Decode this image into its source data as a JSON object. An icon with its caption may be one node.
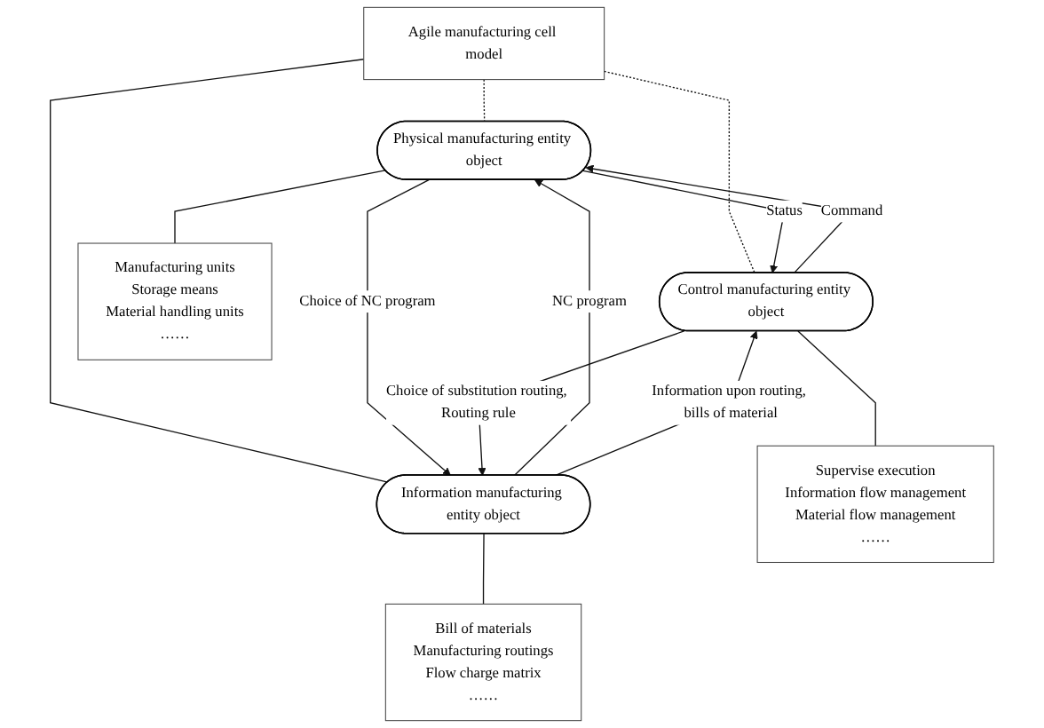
{
  "diagram": {
    "nodes": [
      {
        "text": [
          "Agile manufacturing cell model"
        ]
      },
      {
        "text": [
          "Physical manufacturing entity object"
        ]
      },
      {
        "text": [
          "Control manufacturing entity object"
        ]
      },
      {
        "text": [
          "Information manufacturing entity object"
        ]
      },
      {
        "text": [
          "Manufacturing units",
          "Storage means",
          "Material handling units",
          "……"
        ]
      },
      {
        "text": [
          "Supervise execution",
          "Information flow management",
          "Material flow management",
          "……"
        ]
      },
      {
        "text": [
          "Bill of materials",
          "Manufacturing routings",
          "Flow charge matrix",
          "……"
        ]
      }
    ],
    "edges": [
      {
        "from": 0,
        "to": 1,
        "arrow": "none",
        "style": "dashed"
      },
      {
        "from": 0,
        "to": 2,
        "arrow": "none",
        "style": "dashed"
      },
      {
        "from": 0,
        "to": 3,
        "arrow": "none"
      },
      {
        "from": 1,
        "to": 2,
        "arrow": "to",
        "label": "Status"
      },
      {
        "from": 2,
        "to": 1,
        "arrow": "to",
        "label": "Command"
      },
      {
        "from": 3,
        "to": 1,
        "arrow": "to",
        "label": "NC program"
      },
      {
        "from": 1,
        "to": 3,
        "arrow": "to",
        "label": "Choice of NC program"
      },
      {
        "from": 2,
        "to": 3,
        "arrow": "to",
        "label": "Choice of substitution routing, Routing rule"
      },
      {
        "from": 3,
        "to": 2,
        "arrow": "to",
        "label": "Information upon routing, bills of material"
      },
      {
        "from": 1,
        "to": 4,
        "arrow": "none"
      },
      {
        "from": 2,
        "to": 5,
        "arrow": "none"
      },
      {
        "from": 3,
        "to": 6,
        "arrow": "none"
      }
    ]
  }
}
